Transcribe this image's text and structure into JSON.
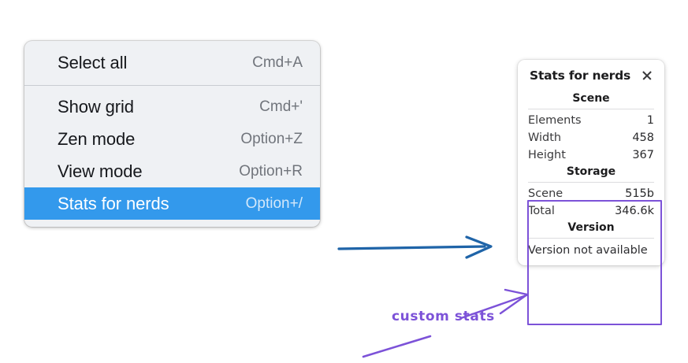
{
  "menu": {
    "groups": [
      {
        "items": [
          {
            "label": "Select all",
            "shortcut": "Cmd+A",
            "selected": false
          }
        ]
      },
      {
        "items": [
          {
            "label": "Show grid",
            "shortcut": "Cmd+'",
            "selected": false
          },
          {
            "label": "Zen mode",
            "shortcut": "Option+Z",
            "selected": false
          },
          {
            "label": "View mode",
            "shortcut": "Option+R",
            "selected": false
          },
          {
            "label": "Stats for nerds",
            "shortcut": "Option+/",
            "selected": true
          }
        ]
      }
    ],
    "selected_color": "#3399ec",
    "background": "#eff1f4"
  },
  "stats_panel": {
    "title": "Stats for nerds",
    "close_icon": "close-icon",
    "sections": [
      {
        "name": "Scene",
        "rows": [
          {
            "key": "Elements",
            "value": "1"
          },
          {
            "key": "Width",
            "value": "458"
          },
          {
            "key": "Height",
            "value": "367"
          }
        ]
      },
      {
        "name": "Storage",
        "rows": [
          {
            "key": "Scene",
            "value": "515b"
          },
          {
            "key": "Total",
            "value": "346.6k"
          }
        ]
      },
      {
        "name": "Version",
        "note": "Version not available"
      }
    ],
    "highlight_color": "#7c52d8"
  },
  "annotations": {
    "label": "custom stats",
    "label_color": "#7c52d8",
    "flow_arrow_color": "#1f64a8"
  }
}
